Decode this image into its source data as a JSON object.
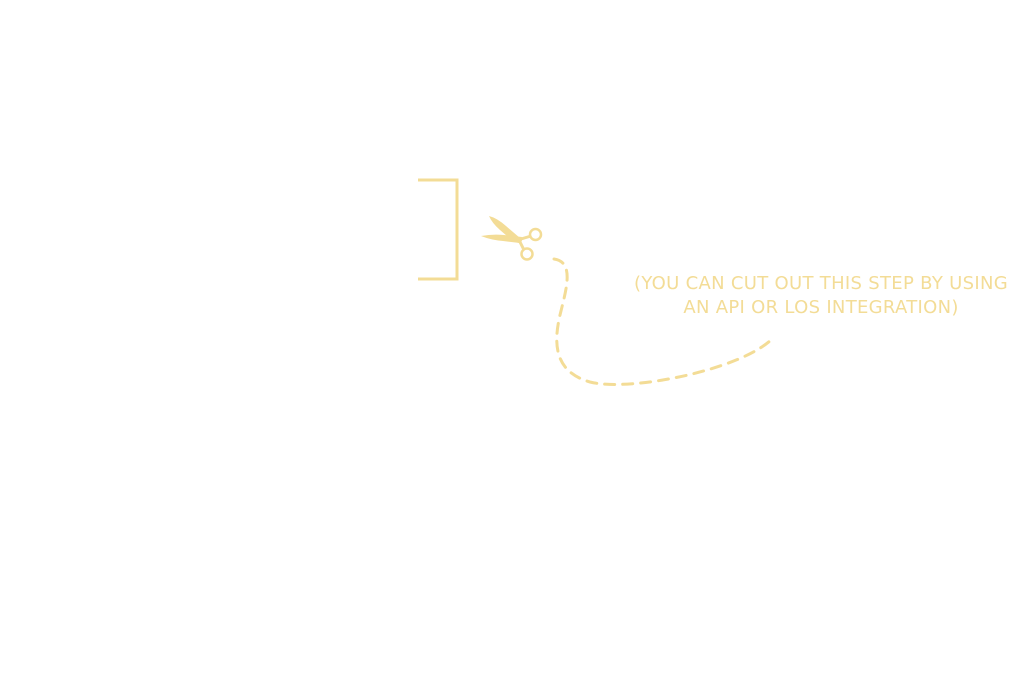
{
  "colors": {
    "accent": "#f3dc96",
    "background": "#ffffff"
  },
  "annotation": {
    "line1": "(YOU CAN CUT OUT THIS STEP BY USING",
    "line2": "AN API OR LOS INTEGRATION)"
  },
  "icons": {
    "scissors": "scissors-icon",
    "bracket": "bracket",
    "cut_line": "dashed-cut-line"
  }
}
